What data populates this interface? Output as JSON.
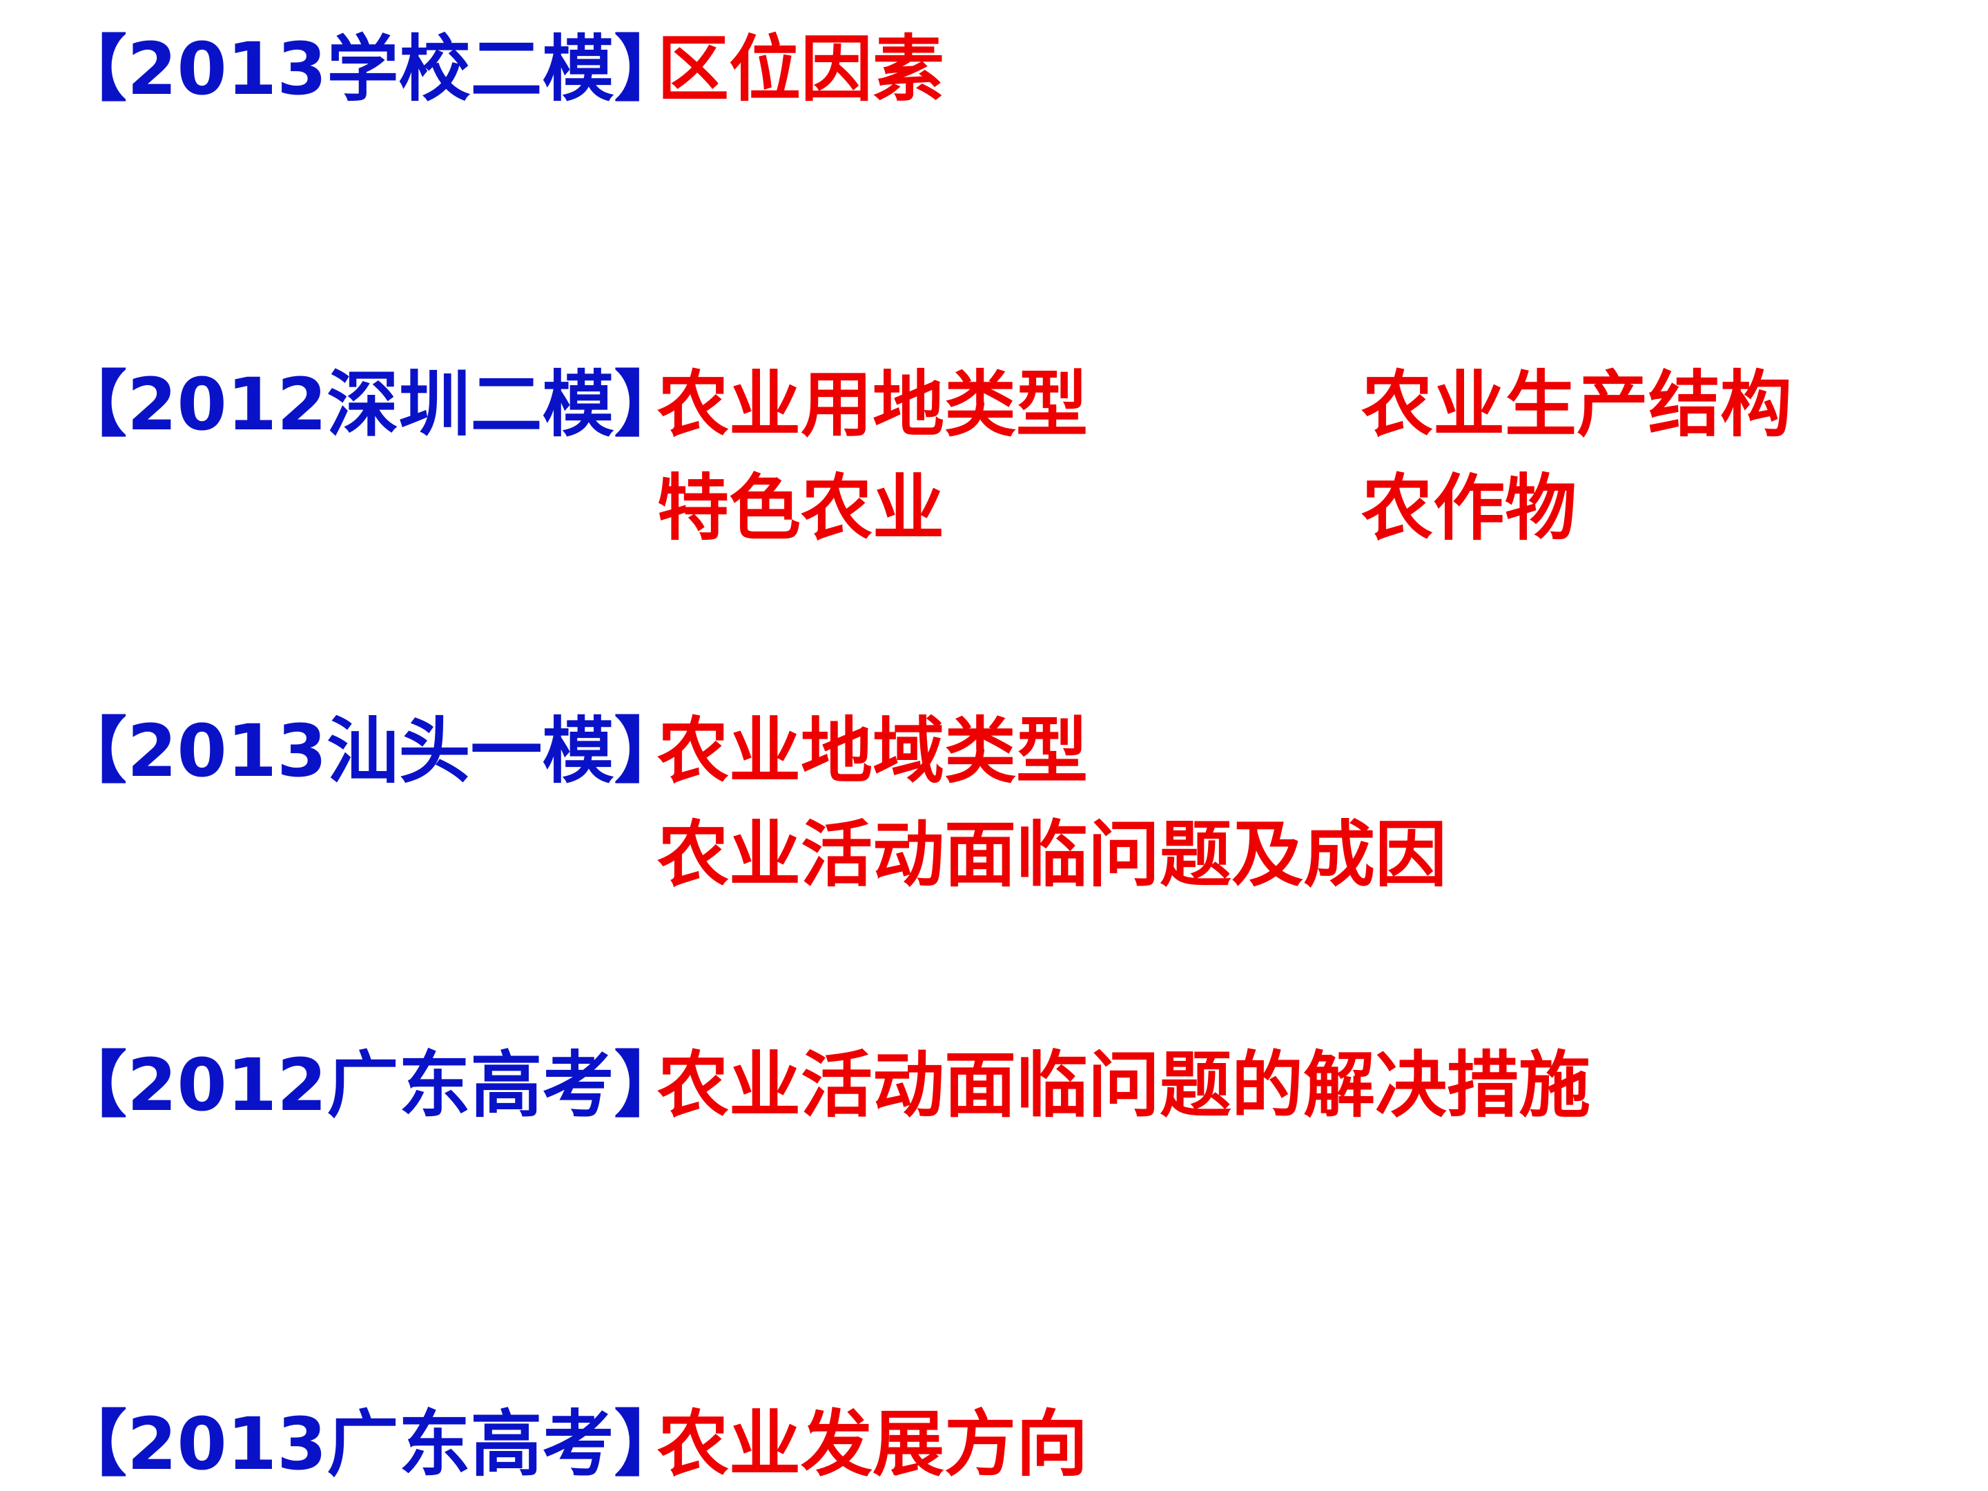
{
  "colors": {
    "label": "#0a12c8",
    "topic": "#ee0000",
    "background": "#ffffff"
  },
  "items": [
    {
      "label": "【2013学校二模】",
      "topics": [
        "区位因素"
      ]
    },
    {
      "label": "【2012深圳二模】",
      "topics": [
        "农业用地类型",
        "农业生产结构",
        "特色农业",
        "农作物"
      ]
    },
    {
      "label": "【2013汕头一模】",
      "topics": [
        "农业地域类型",
        "农业活动面临问题及成因"
      ]
    },
    {
      "label": "【2012广东高考】",
      "topics": [
        "农业活动面临问题的解决措施"
      ]
    },
    {
      "label": "【2013广东高考】",
      "topics": [
        "农业发展方向"
      ]
    }
  ]
}
